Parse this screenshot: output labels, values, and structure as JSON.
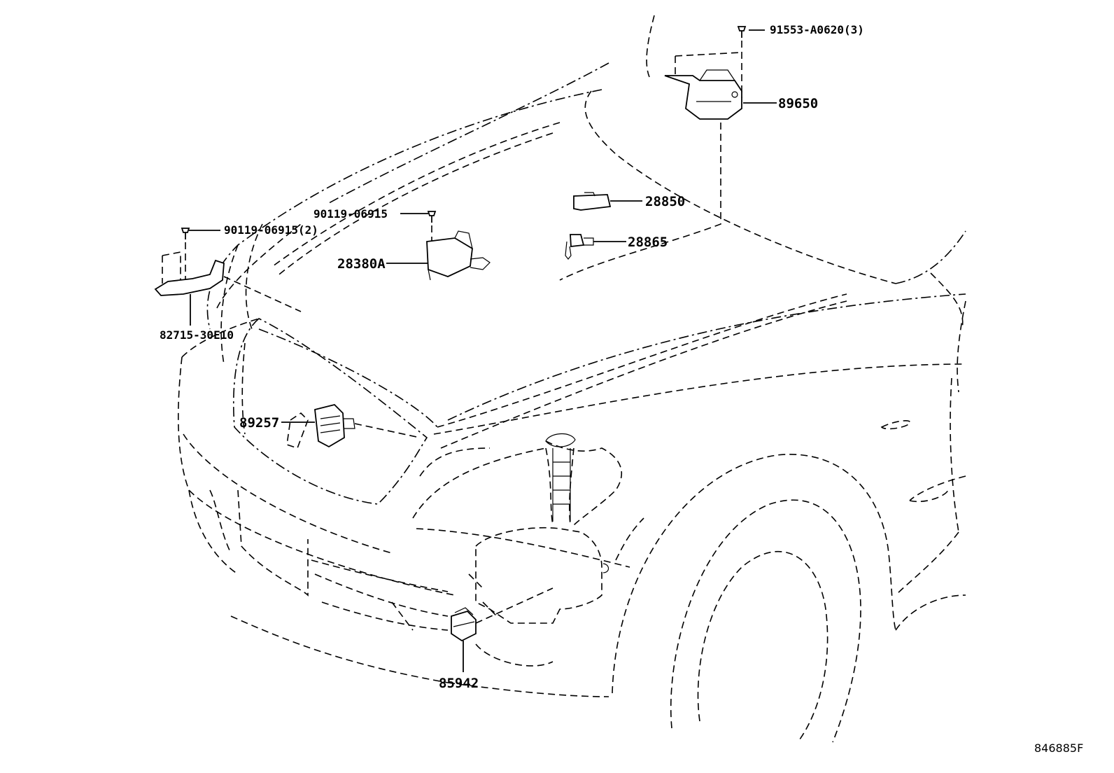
{
  "labels": {
    "p91553": "91553-A0620(3)",
    "p89650": "89650",
    "p28850": "28850",
    "p28865": "28865",
    "p90119a": "90119-06915",
    "p90119b": "90119-06915(2)",
    "p28380A": "28380A",
    "p82715": "82715-30E10",
    "p89257": "89257",
    "p85942": "85942",
    "illustration_code": "846885F"
  }
}
